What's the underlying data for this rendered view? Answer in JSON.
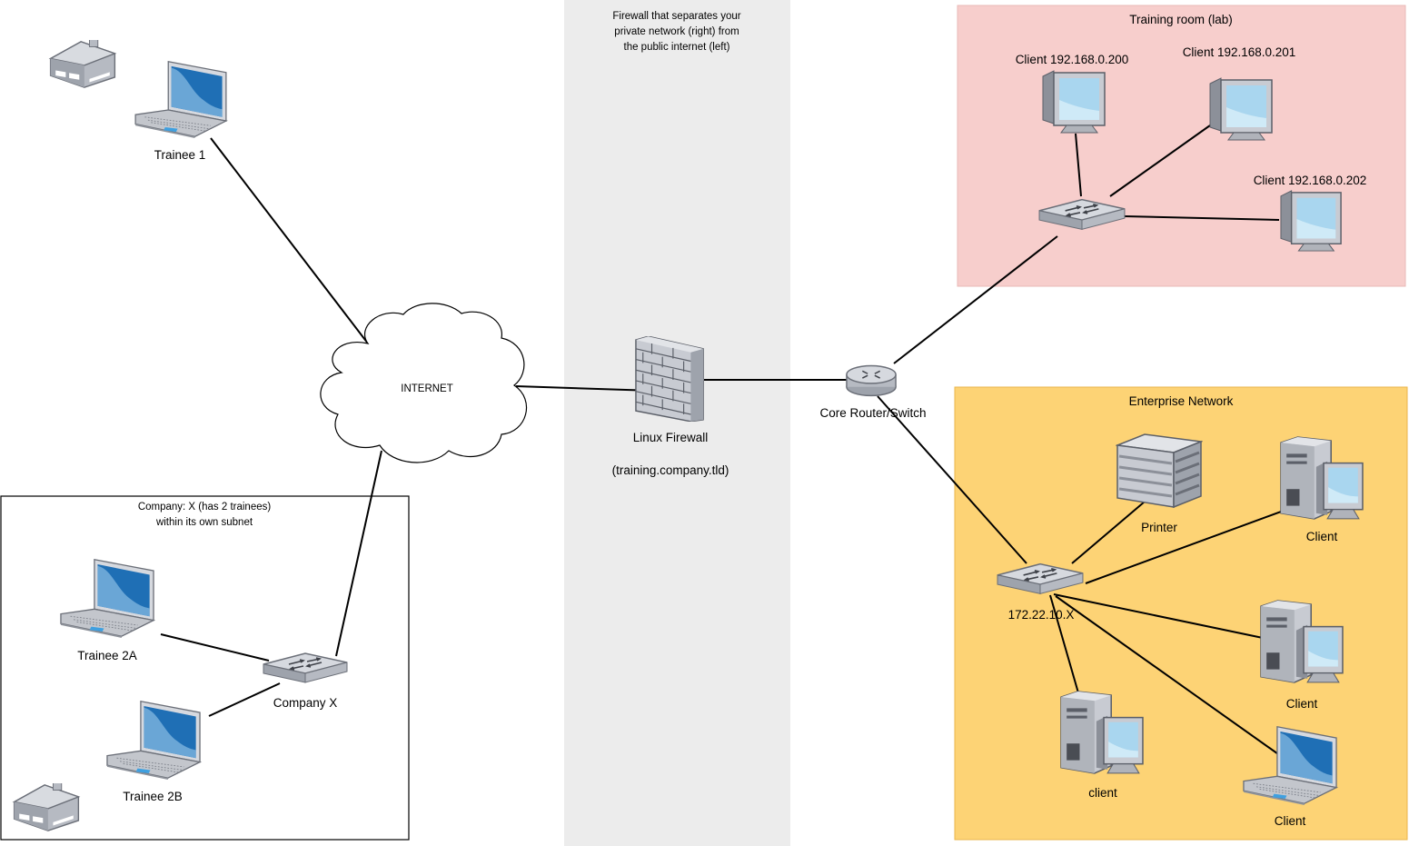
{
  "zones": {
    "firewall_zone": {
      "caption": [
        "Firewall that separates your",
        "private network (right) from",
        "the public internet (left)"
      ],
      "fill": "#ececec"
    },
    "training_room": {
      "caption": "Training room (lab)",
      "fill": "#f7cecc"
    },
    "enterprise_network": {
      "caption": "Enterprise Network",
      "fill": "#fdd375"
    },
    "company_x": {
      "caption": [
        "Company: X (has 2 trainees)",
        "within its own subnet"
      ],
      "border": "#000000"
    }
  },
  "nodes": {
    "trainee_1": "Trainee 1",
    "internet": "INTERNET",
    "linux_firewall": "Linux Firewall",
    "firewall_host": "(training.company.tld)",
    "core_router": "Core Router/Switch",
    "lab_client_200": "Client 192.168.0.200",
    "lab_client_201": "Client 192.168.0.201",
    "lab_client_202": "Client 192.168.0.202",
    "trainee_2a": "Trainee 2A",
    "trainee_2b": "Trainee 2B",
    "company_switch": "Company X",
    "enterprise_switch": "172.22.10.X",
    "printer": "Printer",
    "ent_client_1": "Client",
    "ent_client_2": "Client",
    "ent_client_3": "client",
    "ent_laptop": "Client"
  },
  "icons": {
    "house": "house-icon",
    "laptop": "laptop-icon",
    "cloud": "cloud-icon",
    "firewall": "brick-firewall-icon",
    "router": "router-icon",
    "switch": "network-switch-icon",
    "monitor": "desktop-monitor-icon",
    "workstation": "tower-workstation-icon",
    "printer": "server-stack-printer-icon"
  },
  "colors": {
    "screen_blue": "#1f6fb5",
    "device_gray": "#c8cbd2",
    "line": "#000000"
  }
}
